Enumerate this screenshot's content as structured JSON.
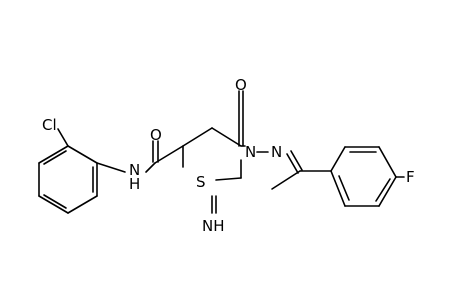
{
  "molecule": {
    "atoms": {
      "chlorine": "Cl",
      "amide_oxygen": "O",
      "amide_nitrogen": "N",
      "amide_hydrogen": "H",
      "ring_sulfur": "S",
      "ring_nitrogen": "N",
      "ring_oxygen": "O",
      "imine": "NH",
      "oxime_nitrogen": "N",
      "fluorine": "F"
    }
  }
}
